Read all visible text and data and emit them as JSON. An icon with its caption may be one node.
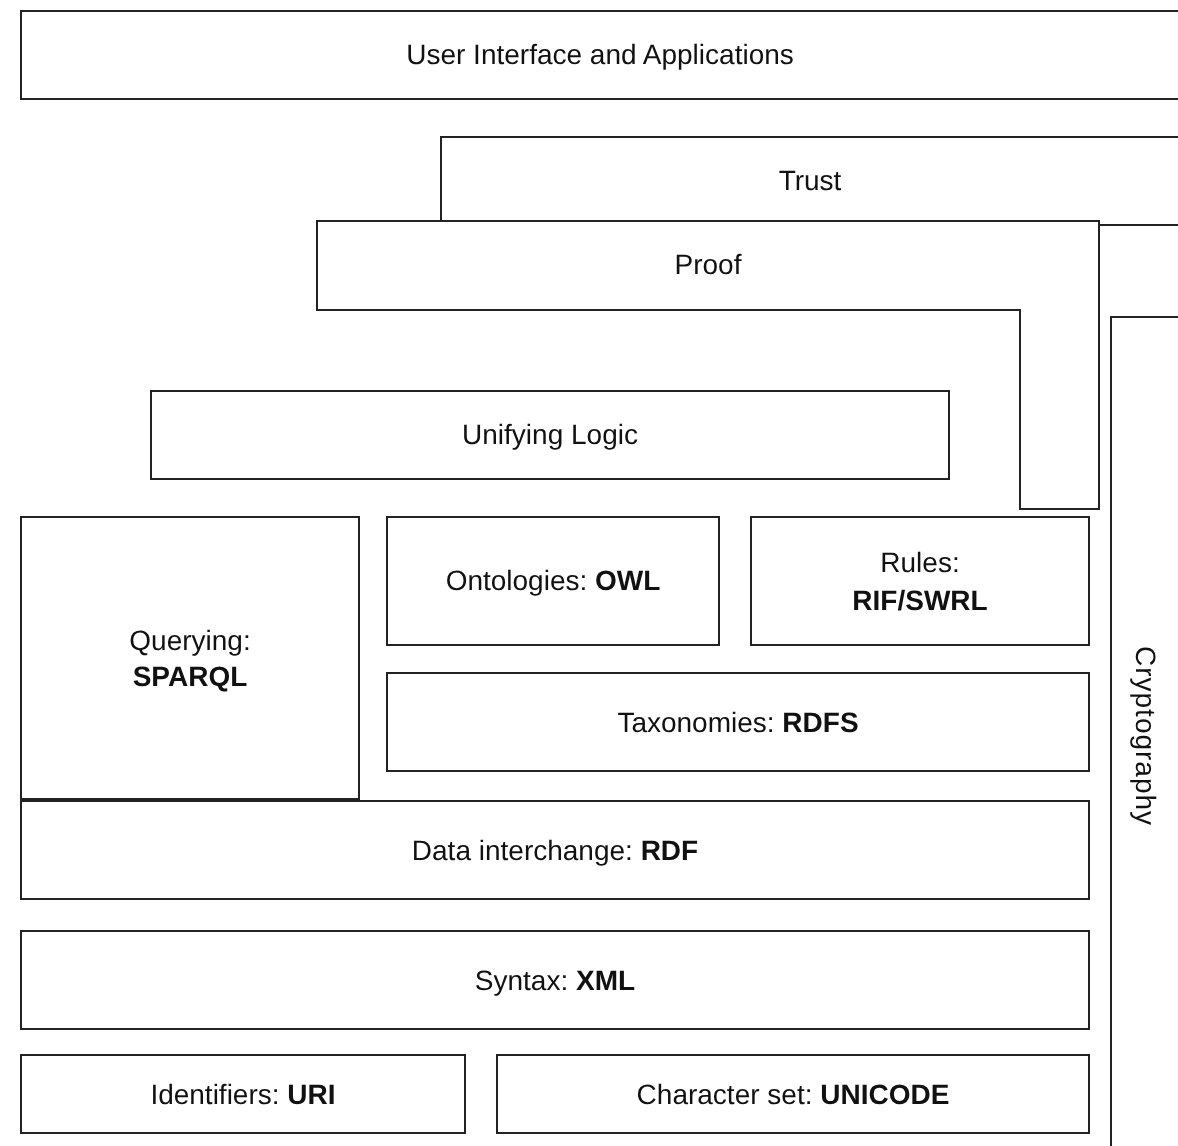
{
  "diagram": {
    "nodes": [
      {
        "text": [
          "User Interface and Applications"
        ]
      },
      {
        "text": [
          "Trust"
        ]
      },
      {
        "text": [
          "Proof"
        ]
      },
      {
        "text": [
          "Cryptography"
        ]
      },
      {
        "text": [
          "Unifying Logic"
        ]
      },
      {
        "text": [
          "Querying: **SPARQL**"
        ]
      },
      {
        "text": [
          "Ontologies: **OWL**"
        ]
      },
      {
        "text": [
          "Rules: **RIF/SWRL**"
        ]
      },
      {
        "text": [
          "Taxonomies: **RDFS**"
        ]
      },
      {
        "text": [
          "Data interchange: **RDF**"
        ]
      },
      {
        "text": [
          "Syntax: **XML**"
        ]
      },
      {
        "text": [
          "Identifiers: **URI**"
        ]
      },
      {
        "text": [
          "Character set: **UNICODE**"
        ]
      }
    ]
  }
}
